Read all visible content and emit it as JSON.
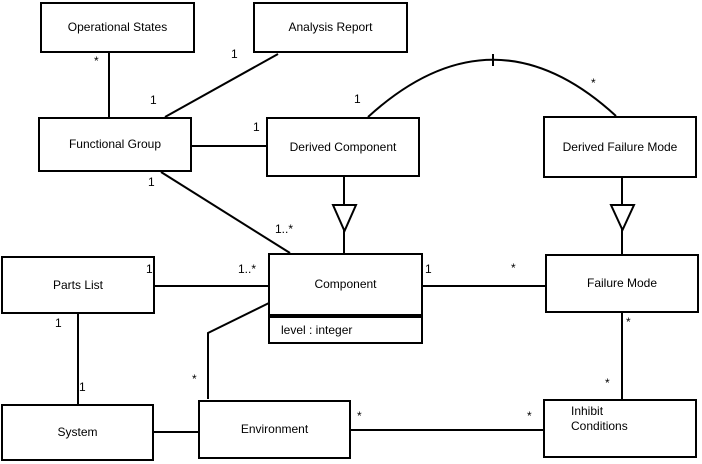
{
  "diagram_type": "uml-class-diagram",
  "classes": [
    {
      "name": "Operational States"
    },
    {
      "name": "Analysis Report"
    },
    {
      "name": "Functional Group"
    },
    {
      "name": "Derived Component"
    },
    {
      "name": "Derived Failure Mode"
    },
    {
      "name": "Parts List"
    },
    {
      "name": "Component",
      "attributes": [
        "level : integer"
      ]
    },
    {
      "name": "Failure Mode"
    },
    {
      "name": "System"
    },
    {
      "name": "Environment"
    },
    {
      "name": "Inhibit\nConditions"
    }
  ],
  "associations": [
    {
      "source": "Operational States",
      "target": "Functional Group",
      "source_label": "*"
    },
    {
      "source": "Analysis Report",
      "target": "Functional Group",
      "source_label": "1",
      "target_label": "1"
    },
    {
      "source": "Functional Group",
      "target": "Derived Component",
      "target_label": "1"
    },
    {
      "source": "Functional Group",
      "target": "Component",
      "source_label": "1",
      "target_label": "1..*"
    },
    {
      "source": "Parts List",
      "target": "Component",
      "source_label": "1",
      "target_label": "1..*"
    },
    {
      "source": "Parts List",
      "target": "System",
      "source_label": "1",
      "target_label": "1"
    },
    {
      "source": "Component",
      "target": "Failure Mode",
      "source_label": "1",
      "target_label": "*"
    },
    {
      "source": "Component",
      "target": "Environment",
      "target_label": "*"
    },
    {
      "source": "Environment",
      "target": "Inhibit Conditions",
      "source_label": "*",
      "target_label": "*"
    },
    {
      "source": "Failure Mode",
      "target": "Inhibit Conditions",
      "source_label": "*",
      "target_label": "*"
    },
    {
      "source": "Derived Component",
      "target": "Derived Failure Mode",
      "source_label": "1",
      "target_label": "*"
    }
  ],
  "generalizations": [
    {
      "child": "Derived Component",
      "parent": "Component"
    },
    {
      "child": "Derived Failure Mode",
      "parent": "Failure Mode"
    }
  ],
  "colors": {
    "line": "#000000",
    "box_fill": "#ffffff"
  }
}
